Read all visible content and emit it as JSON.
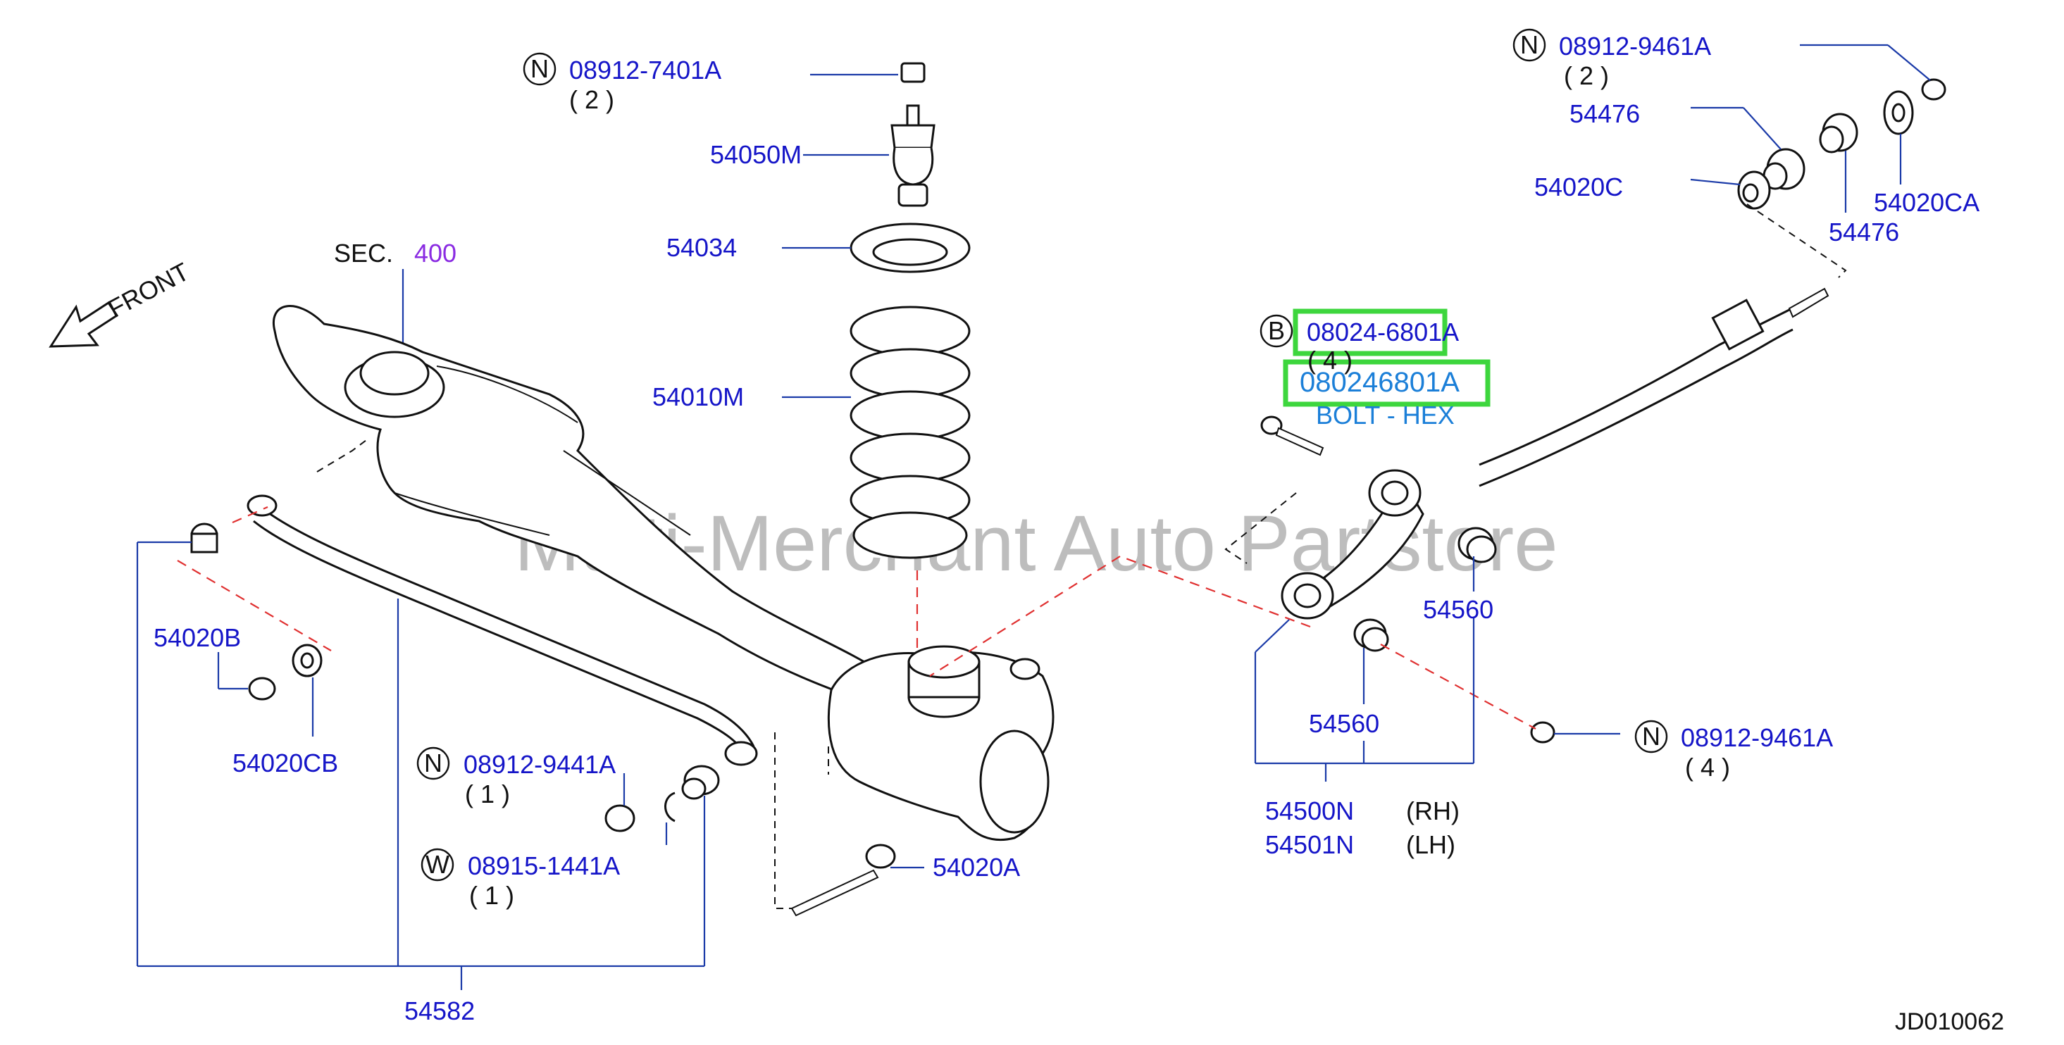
{
  "watermark": "Multi-Merchant Auto Partstore",
  "front_label": "FRONT",
  "section": {
    "prefix": "SEC.",
    "number": "400"
  },
  "diagram_id": "JD010062",
  "labels": {
    "n_7401": {
      "badge": "N",
      "part": "08912-7401A",
      "qty": "( 2 )"
    },
    "p54050M": "54050M",
    "p54034": "54034",
    "p54010M": "54010M",
    "n_9461_top": {
      "badge": "N",
      "part": "08912-9461A",
      "qty": "( 2 )"
    },
    "p54476_a": "54476",
    "p54020C": "54020C",
    "p54020CA": "54020CA",
    "p54476_b": "54476",
    "b_6801": {
      "badge": "B",
      "part": "08024-6801A",
      "qty": "( 4 )"
    },
    "highlight_part": "080246801A",
    "highlight_desc": "BOLT - HEX",
    "p54560_a": "54560",
    "p54560_b": "54560",
    "n_9461_bot": {
      "badge": "N",
      "part": "08912-9461A",
      "qty": "( 4 )"
    },
    "p54500N": {
      "part": "54500N",
      "side": "(RH)"
    },
    "p54501N": {
      "part": "54501N",
      "side": "(LH)"
    },
    "p54020B": "54020B",
    "p54020CB": "54020CB",
    "n_9441": {
      "badge": "N",
      "part": "08912-9441A",
      "qty": "( 1 )"
    },
    "w_1441": {
      "badge": "W",
      "part": "08915-1441A",
      "qty": "( 1 )"
    },
    "p54020A": "54020A",
    "p54582": "54582"
  },
  "colors": {
    "part_number": "#1515c8",
    "highlight_text": "#1b7fd8",
    "highlight_box": "#3dd63d",
    "section_number": "#8a2be2",
    "red_dash": "#e03030"
  }
}
